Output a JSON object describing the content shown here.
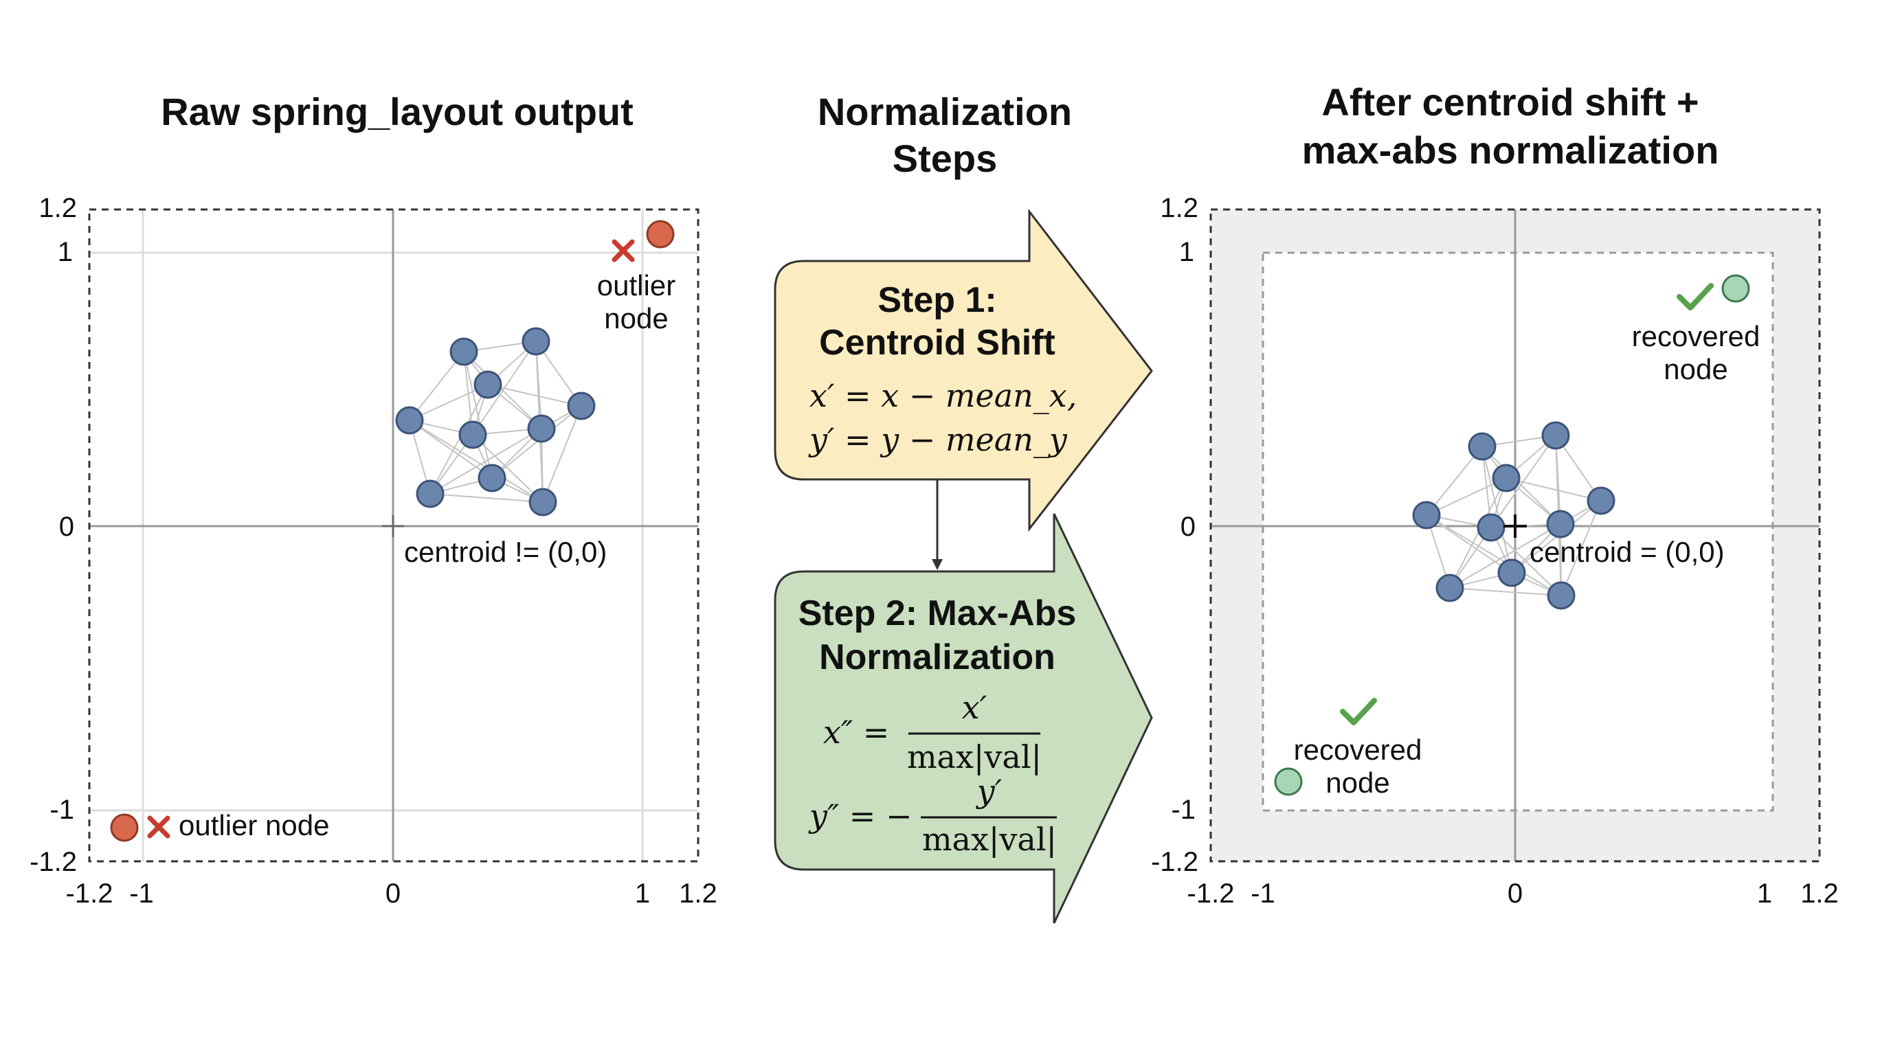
{
  "titles": {
    "left": "Raw spring_layout output",
    "middle_line1": "Normalization",
    "middle_line2": "Steps",
    "right_line1": "After centroid shift +",
    "right_line2": "max-abs normalization"
  },
  "left_panel": {
    "x_ticks": [
      "-1.2",
      "-1",
      "0",
      "1",
      "1.2"
    ],
    "y_ticks": [
      "1.2",
      "1",
      "0",
      "-1",
      "-1.2"
    ],
    "annotations": {
      "outlier_top_line1": "outlier",
      "outlier_top_line2": "node",
      "outlier_bottom": "outlier node",
      "centroid": "centroid != (0,0)"
    }
  },
  "steps": {
    "step1_line1": "Step 1:",
    "step1_line2": "Centroid Shift",
    "step1_formula_x": "x′ = x − mean_x,",
    "step1_formula_y": "y′ = y − mean_y",
    "step2_line1": "Step 2: Max-Abs",
    "step2_line2": "Normalization",
    "step2_x_lhs": "x″ =",
    "step2_x_num": "x′",
    "step2_den_x": "max|val|",
    "step2_y_lhs": "y″ = −",
    "step2_y_num": "y′",
    "step2_den_y": "max|val|"
  },
  "right_panel": {
    "x_ticks": [
      "-1.2",
      "-1",
      "0",
      "1",
      "1.2"
    ],
    "y_ticks": [
      "1.2",
      "1",
      "0",
      "-1",
      "-1.2"
    ],
    "annotations": {
      "recovered_top_line1": "recovered",
      "recovered_top_line2": "node",
      "recovered_bottom_line1": "recovered",
      "recovered_bottom_line2": "node",
      "centroid": "centroid = (0,0)"
    }
  },
  "colors": {
    "node_blue": "#6b86ad",
    "outlier_red": "#d9694c",
    "cross_red": "#c83b2e",
    "recovered_green": "#a8d5b4",
    "check_green": "#5aa14d",
    "step1_fill": "#fcecc1",
    "step2_fill": "#c9dfc0"
  },
  "icons": {
    "outlier_marker": "cross-icon",
    "recovered_marker": "checkmark-icon"
  }
}
